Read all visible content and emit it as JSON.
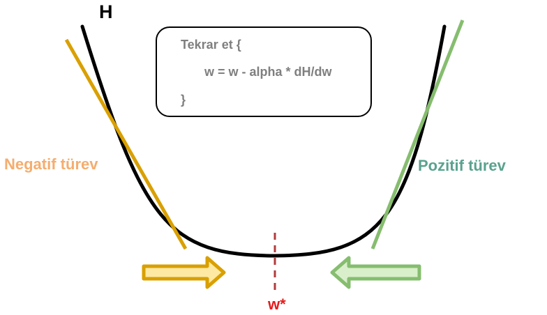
{
  "curve": {
    "label": "H",
    "color": "#000000"
  },
  "negative_slope": {
    "label": "Negatif türev",
    "label_color": "#f5ad6e",
    "line_color": "#d9a000",
    "arrow_fill": "#fde9a3",
    "arrow_stroke": "#d9a000",
    "arrow_direction": "right"
  },
  "positive_slope": {
    "label": "Pozitif türev",
    "label_color": "#5aa28e",
    "line_color": "#86bd6f",
    "arrow_fill": "#d9efcb",
    "arrow_stroke": "#86bd6f",
    "arrow_direction": "left"
  },
  "optimum": {
    "label": "w*",
    "color": "#e41a1c",
    "line_color": "#b23b3b"
  },
  "update_rule": {
    "line1": "Tekrar et {",
    "line2": "w = w - alpha * dH/dw",
    "line3": "}",
    "text_color": "#7f7f7f"
  }
}
